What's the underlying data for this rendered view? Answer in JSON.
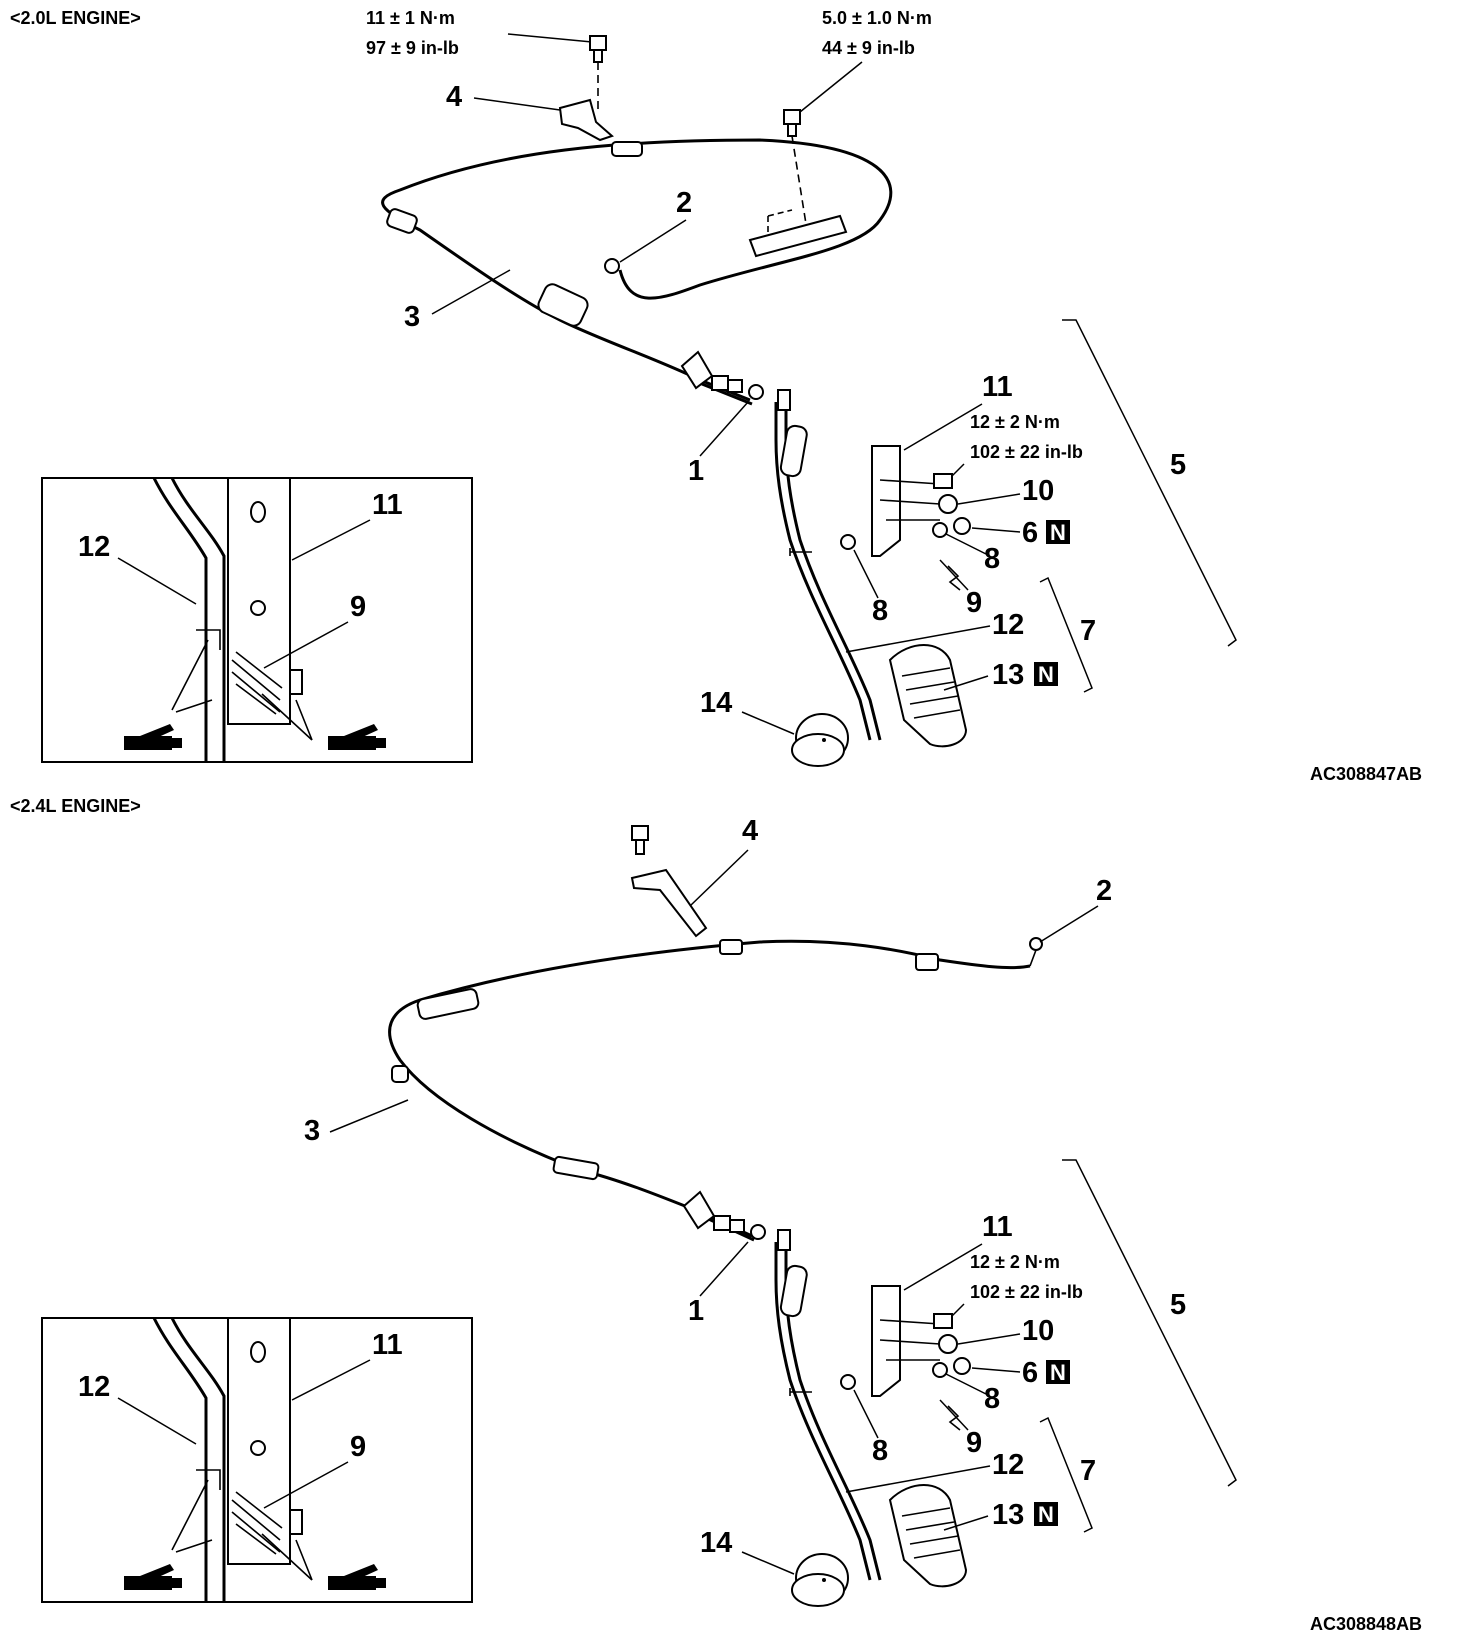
{
  "sections": [
    {
      "title": "<2.0L ENGINE>",
      "figure_code": "AC308847AB",
      "torque_bracket_bolt": {
        "nm": "11 ± 1 N·m",
        "inlb": "97 ± 9 in-lb"
      },
      "torque_cable_bolt": {
        "nm": "5.0 ± 1.0 N·m",
        "inlb": "44 ± 9 in-lb"
      },
      "torque_pedal": {
        "nm": "12 ± 2 N·m",
        "inlb": "102 ± 22 in-lb"
      }
    },
    {
      "title": "<2.4L ENGINE>",
      "figure_code": "AC308848AB",
      "torque_pedal": {
        "nm": "12 ± 2 N·m",
        "inlb": "102 ± 22 in-lb"
      }
    }
  ],
  "callouts": {
    "c1": "1",
    "c2": "2",
    "c3": "3",
    "c4": "4",
    "c5": "5",
    "c6": "6",
    "c7": "7",
    "c8": "8",
    "c9": "9",
    "c10": "10",
    "c11": "11",
    "c12": "12",
    "c13": "13",
    "c14": "14"
  },
  "new_part_marker": "N"
}
